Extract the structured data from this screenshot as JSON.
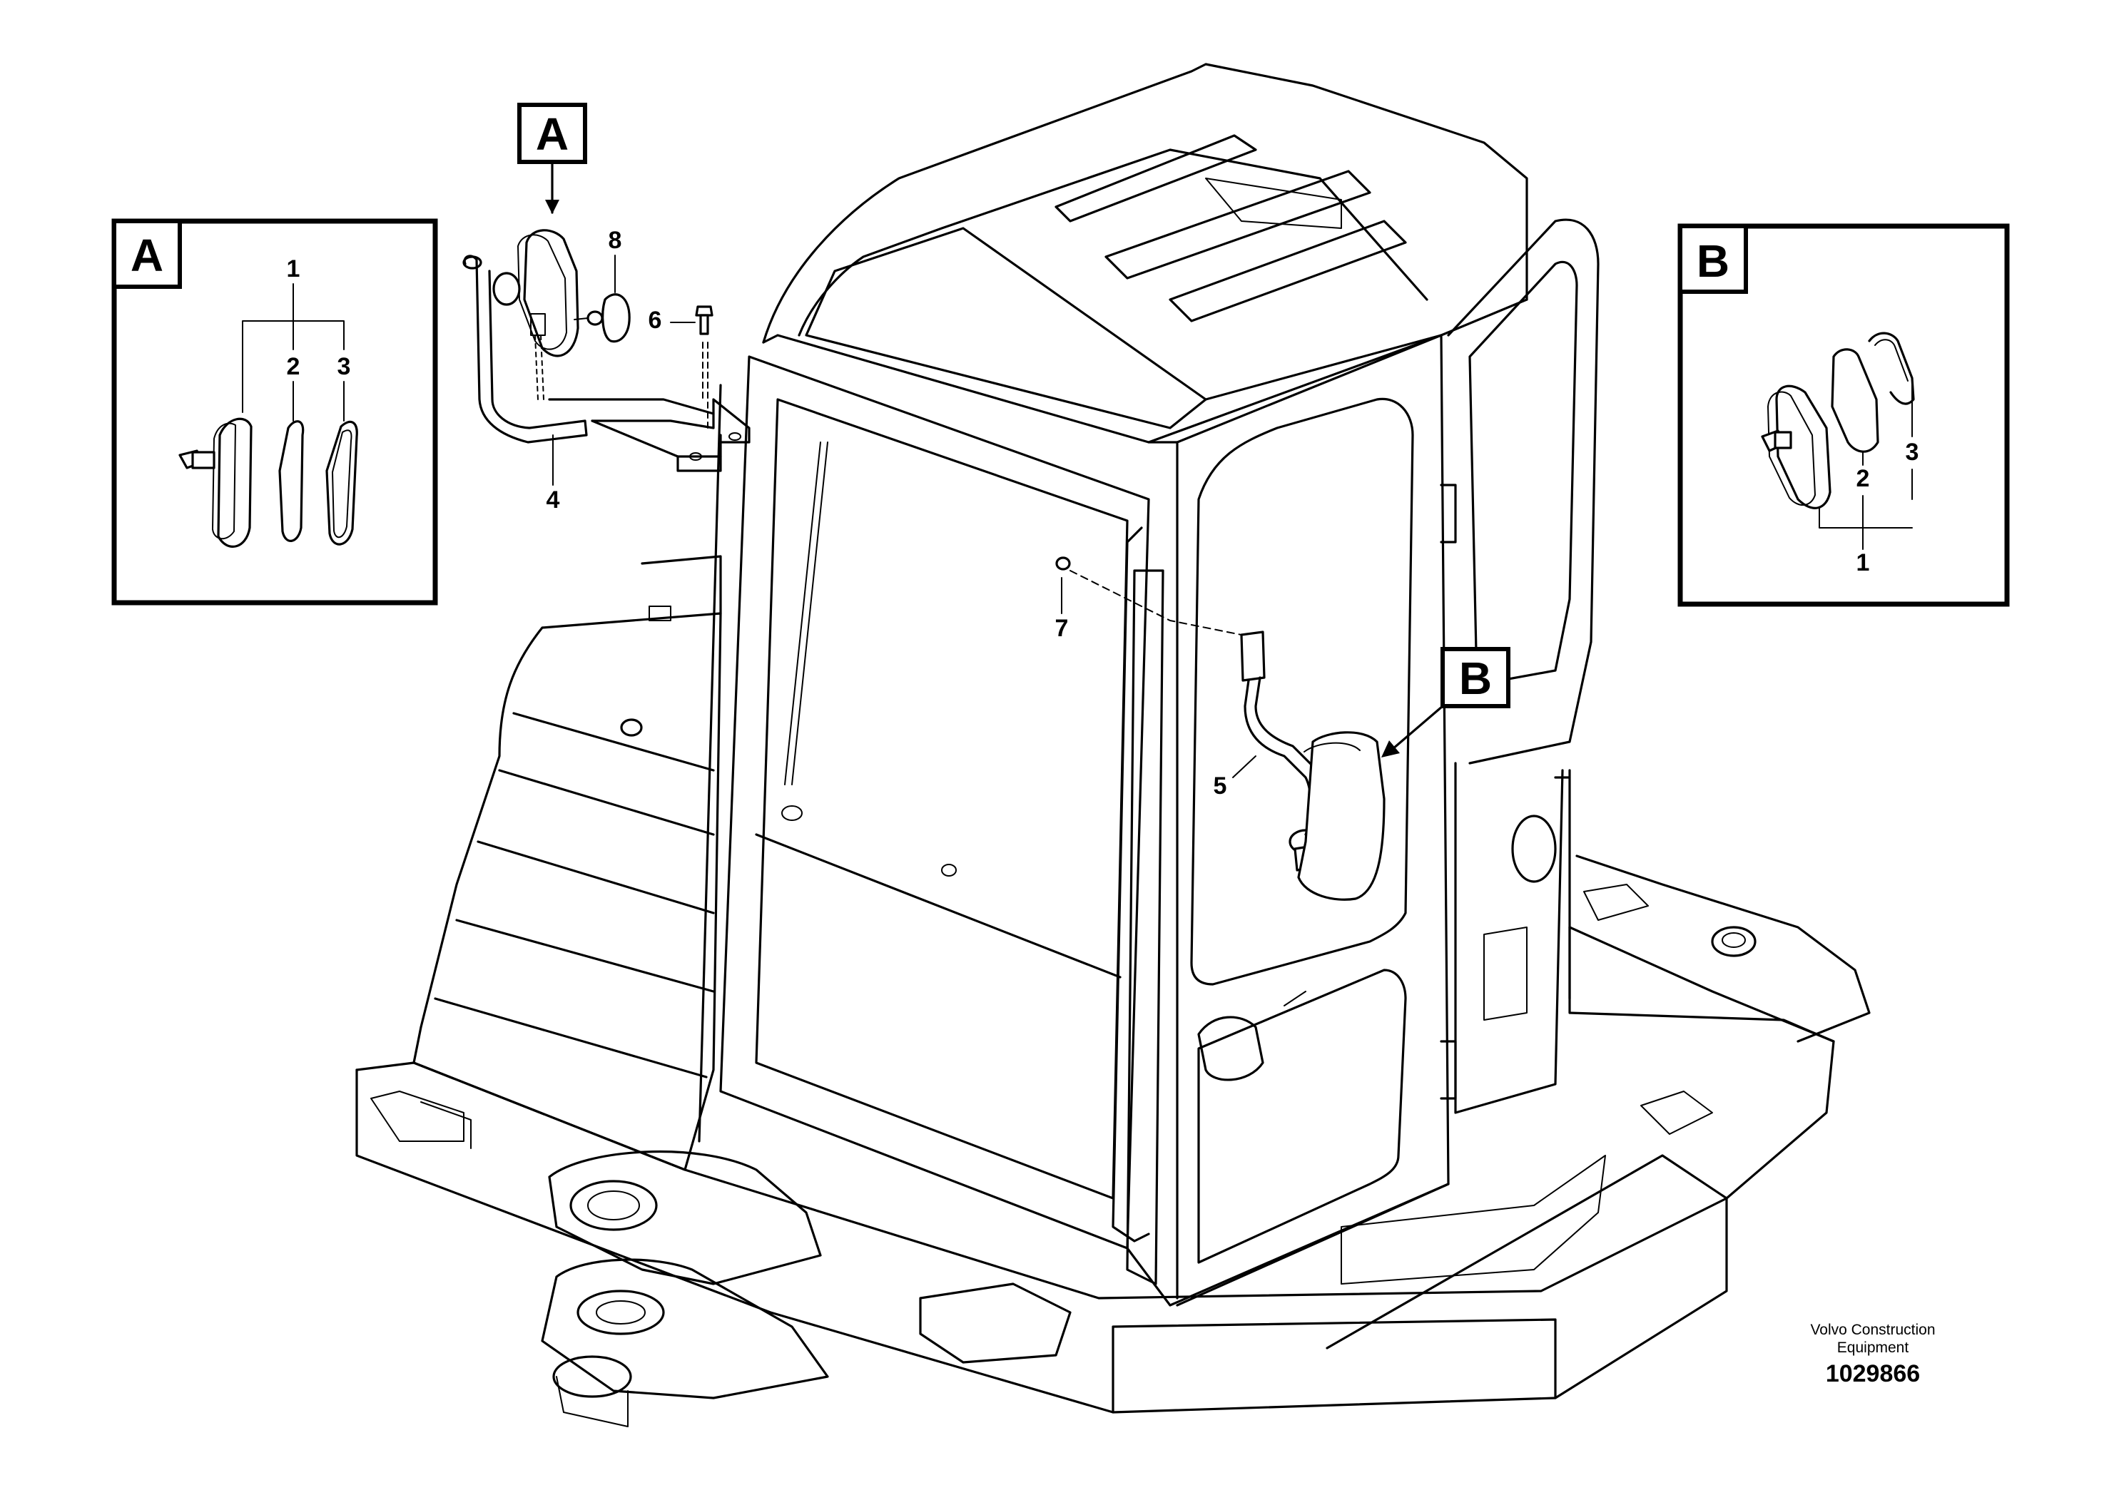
{
  "detail_a": {
    "tag": "A",
    "callouts": {
      "mirror": "1",
      "glass": "2",
      "gasket": "3"
    }
  },
  "detail_b": {
    "tag": "B",
    "callouts": {
      "mirror": "1",
      "glass": "2",
      "gasket": "3"
    }
  },
  "main": {
    "tag_a": "A",
    "tag_b": "B",
    "callouts": {
      "bracket": "4",
      "right_mirror": "5",
      "bolt": "6",
      "screw": "7",
      "cap": "8"
    }
  },
  "footer": {
    "brand_line1": "Volvo Construction",
    "brand_line2": "Equipment",
    "doc_number": "1029866"
  }
}
